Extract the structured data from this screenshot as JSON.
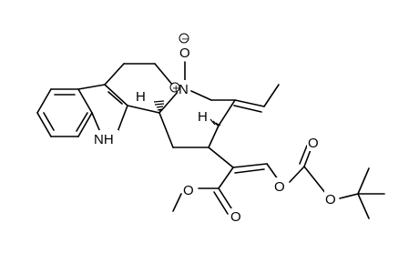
{
  "molecule": {
    "atoms": {
      "nh": "NH",
      "n_plus": "N",
      "n_charge": "+",
      "o_minus": "O",
      "o_charge": "−",
      "h_left": "H",
      "h_right": "H",
      "o_ester_single": "O",
      "o_ester_double": "O",
      "o_enol": "O",
      "o_carbonate_double": "O",
      "o_carbonate_single": "O"
    }
  }
}
